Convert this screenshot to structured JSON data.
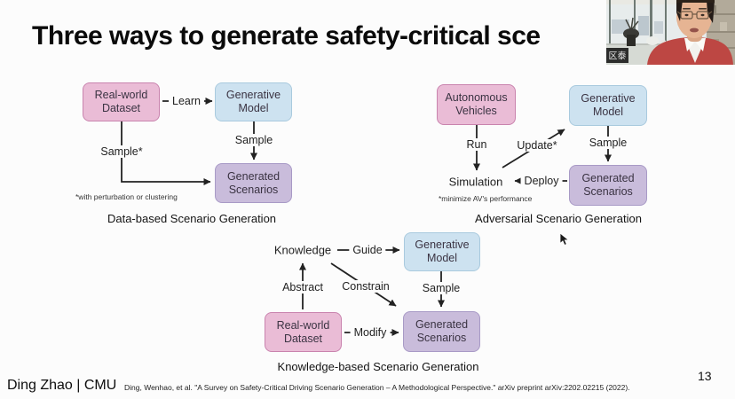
{
  "title": "Three ways to generate safety-critical sce",
  "diagrams": {
    "data_based": {
      "caption": "Data-based Scenario Generation",
      "footnote": "*with perturbation or clustering",
      "nodes": {
        "real_world_dataset": "Real-world Dataset",
        "generative_model": "Generative Model",
        "generated_scenarios": "Generated Scenarios"
      },
      "edges": {
        "learn": "Learn",
        "sample_dataset": "Sample*",
        "sample_model": "Sample"
      }
    },
    "adversarial": {
      "caption": "Adversarial Scenario Generation",
      "footnote": "*minimize AV's performance",
      "nodes": {
        "autonomous_vehicles": "Autonomous Vehicles",
        "generative_model": "Generative Model",
        "generated_scenarios": "Generated Scenarios",
        "simulation": "Simulation"
      },
      "edges": {
        "run": "Run",
        "update": "Update*",
        "sample": "Sample",
        "deploy": "Deploy"
      }
    },
    "knowledge_based": {
      "caption": "Knowledge-based Scenario Generation",
      "nodes": {
        "knowledge": "Knowledge",
        "generative_model": "Generative Model",
        "real_world_dataset": "Real-world Dataset",
        "generated_scenarios": "Generated Scenarios"
      },
      "edges": {
        "guide": "Guide",
        "abstract": "Abstract",
        "constrain": "Constrain",
        "sample": "Sample",
        "modify": "Modify"
      }
    }
  },
  "footer": {
    "author": "Ding Zhao | CMU",
    "citation": "Ding, Wenhao, et al. \"A Survey on Safety-Critical Driving Scenario Generation – A Methodological Perspective.\" arXiv preprint arXiv:2202.02215 (2022).",
    "page_number": "13"
  },
  "webcam": {
    "watermark": "区泰"
  },
  "colors": {
    "node_pink_fill": "#eabcd6",
    "node_pink_border": "#c983ae",
    "node_blue_fill": "#cde2f0",
    "node_blue_border": "#a9cade",
    "node_purple_fill": "#c9bcdb",
    "node_purple_border": "#a89ac6",
    "arrow": "#222222",
    "sweater_red": "#bd4743"
  }
}
